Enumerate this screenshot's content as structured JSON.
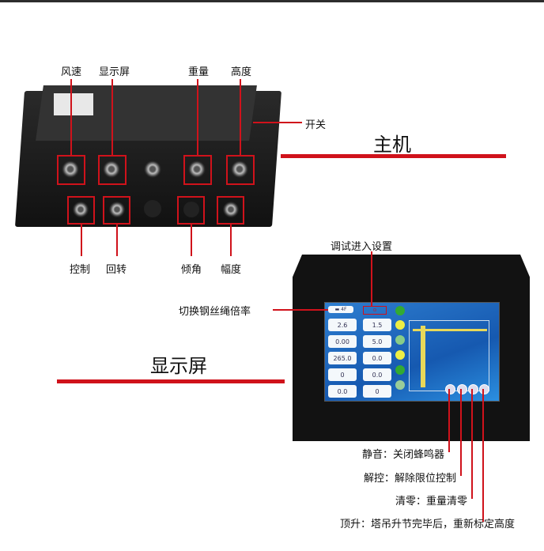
{
  "host": {
    "title": "主机",
    "top_labels": [
      "风速",
      "显示屏",
      "重量",
      "高度"
    ],
    "bottom_labels": [
      "控制",
      "回转",
      "倾角",
      "幅度"
    ],
    "switch_label": "开关"
  },
  "display": {
    "title": "显示屏",
    "setup_label": "调试进入设置",
    "ratio_label": "切换钢丝绳倍率",
    "screen_values": [
      "2.6",
      "1.5",
      "0.00",
      "5.0",
      "265.0",
      "0.0",
      "0",
      "0.0",
      "0.0",
      "0"
    ],
    "callouts": [
      "静音：关闭蜂鸣器",
      "解控：解除限位控制",
      "清零：重量清零",
      "顶升：塔吊升节完毕后，重新标定高度"
    ]
  },
  "colors": {
    "accent": "#d0121b"
  }
}
